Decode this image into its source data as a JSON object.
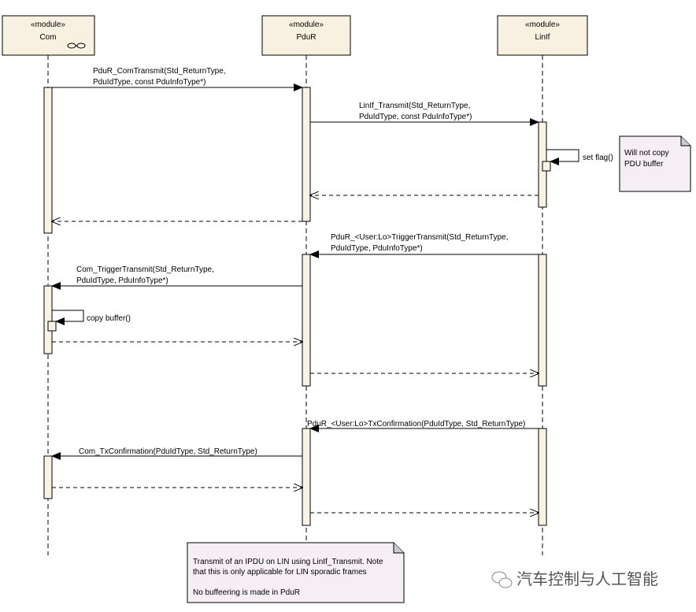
{
  "lifelines": [
    {
      "stereotype": "«module»",
      "name": "Com",
      "icon": "component-link-icon"
    },
    {
      "stereotype": "«module»",
      "name": "PduR"
    },
    {
      "stereotype": "«module»",
      "name": "LinIf"
    }
  ],
  "messages": [
    {
      "line1": "PduR_ComTransmit(Std_ReturnType,",
      "line2": "PduIdType, const PduInfoType*)"
    },
    {
      "line1": "LinIf_Transmit(Std_ReturnType,",
      "line2": "PduIdType, const PduInfoType*)"
    },
    {
      "line1": "set flag()"
    },
    {
      "line1": "PduR_<User:Lo>TriggerTransmit(Std_ReturnType,",
      "line2": "PduIdType, PduInfoType*)"
    },
    {
      "line1": "Com_TriggerTransmit(Std_ReturnType,",
      "line2": "PduIdType, PduInfoType*)"
    },
    {
      "line1": "copy buffer()"
    },
    {
      "line1": "PduR_<User:Lo>TxConfirmation(PduIdType, Std_ReturnType)"
    },
    {
      "line1": "Com_TxConfirmation(PduIdType, Std_ReturnType)"
    }
  ],
  "notes": [
    {
      "lines": [
        "Will not copy",
        "PDU buffer"
      ]
    },
    {
      "lines": [
        "Transmit of an IPDU on LIN using LinIf_Transmit. Note",
        "that this is only applicable for LIN sporadic frames",
        "",
        "No buffeering is made in PduR"
      ]
    }
  ],
  "watermark": "汽车控制与人工智能"
}
